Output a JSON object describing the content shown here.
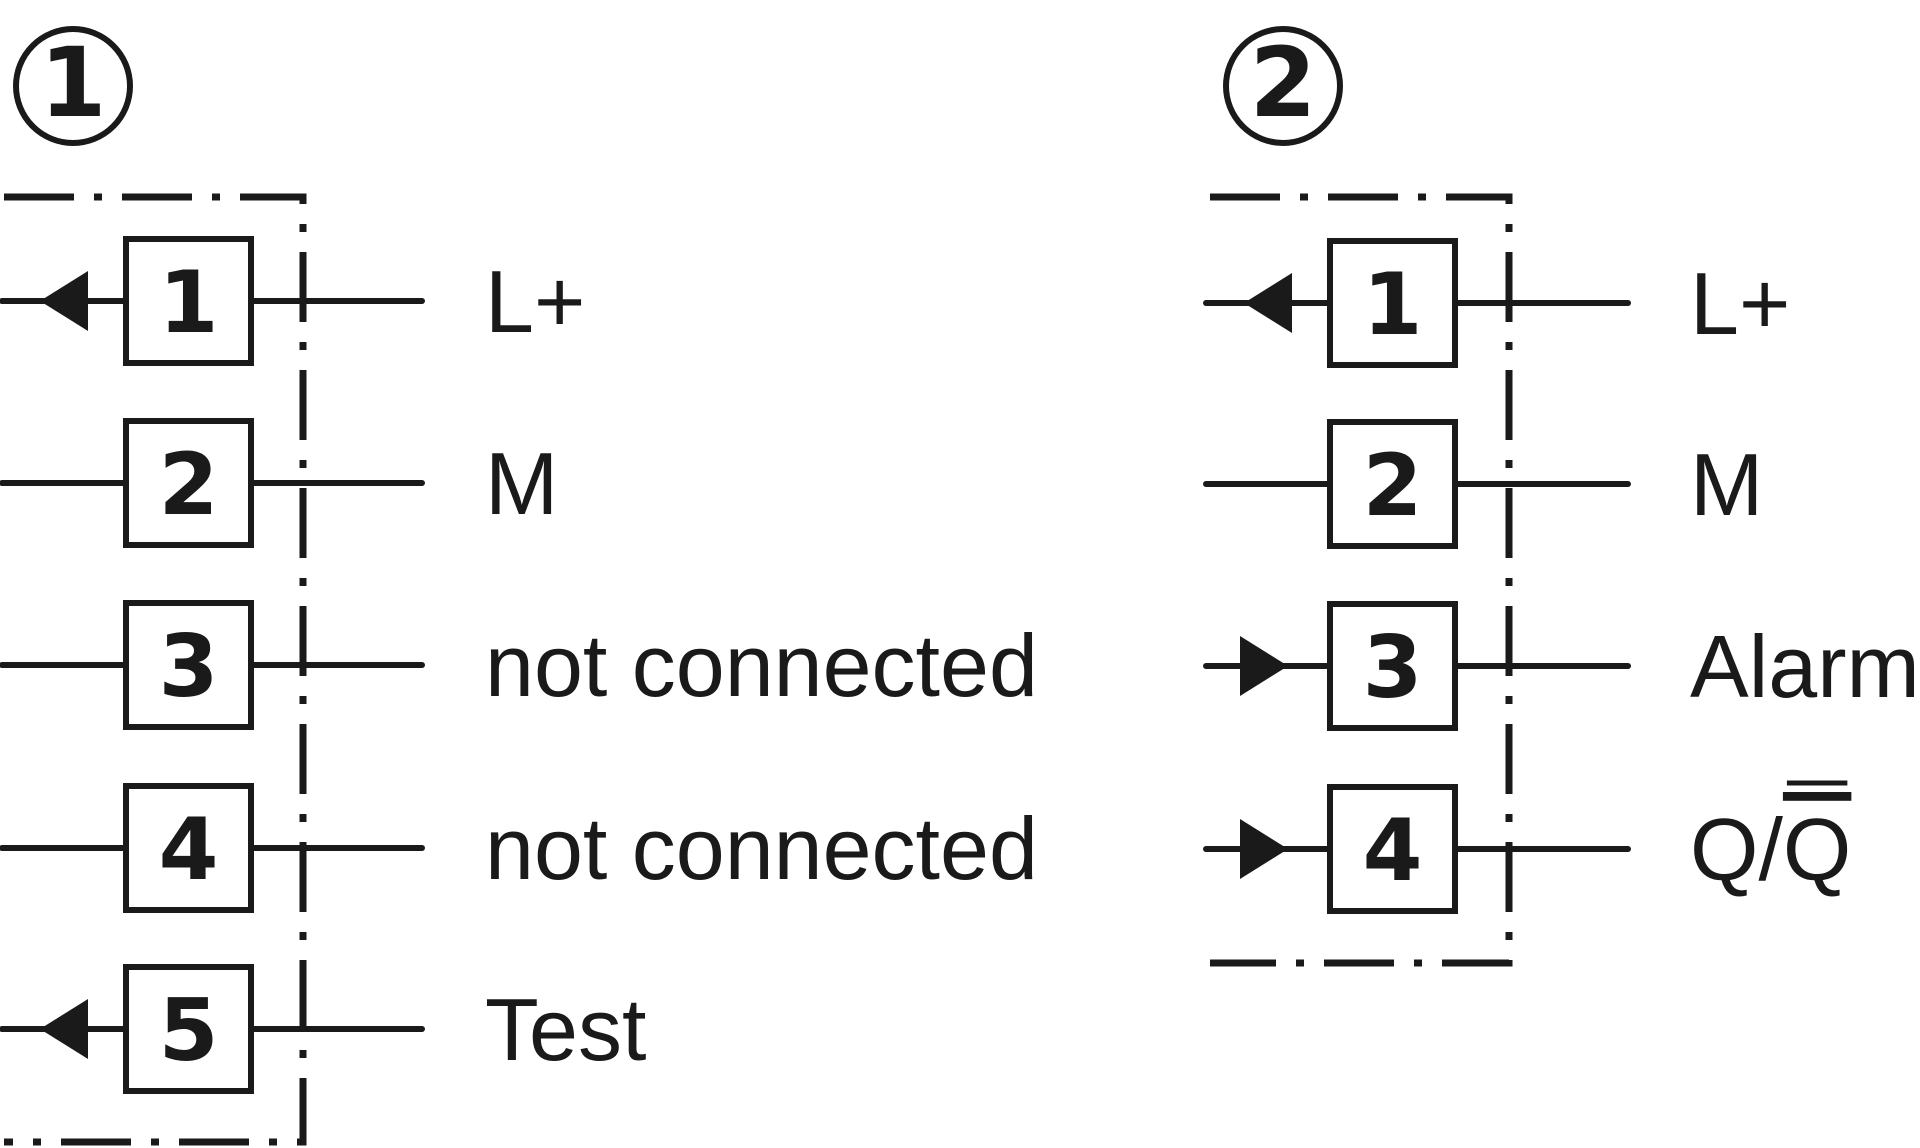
{
  "colors": {
    "ink": "#1a1a1a",
    "background": "#ffffff"
  },
  "connectors": [
    {
      "id": "1",
      "badge_label": "1",
      "pins": [
        {
          "number": "1",
          "label": "L+",
          "arrow": "out"
        },
        {
          "number": "2",
          "label": "M",
          "arrow": "none"
        },
        {
          "number": "3",
          "label": "not connected",
          "arrow": "none"
        },
        {
          "number": "4",
          "label": "not connected",
          "arrow": "none"
        },
        {
          "number": "5",
          "label": "Test",
          "arrow": "out"
        }
      ]
    },
    {
      "id": "2",
      "badge_label": "2",
      "pins": [
        {
          "number": "1",
          "label": "L+",
          "arrow": "out"
        },
        {
          "number": "2",
          "label": "M",
          "arrow": "none"
        },
        {
          "number": "3",
          "label": "Alarm",
          "arrow": "in"
        },
        {
          "number": "4",
          "label": "Q/Q̅",
          "label_main": "Q/",
          "label_overlined": "Q",
          "arrow": "in"
        }
      ]
    }
  ]
}
